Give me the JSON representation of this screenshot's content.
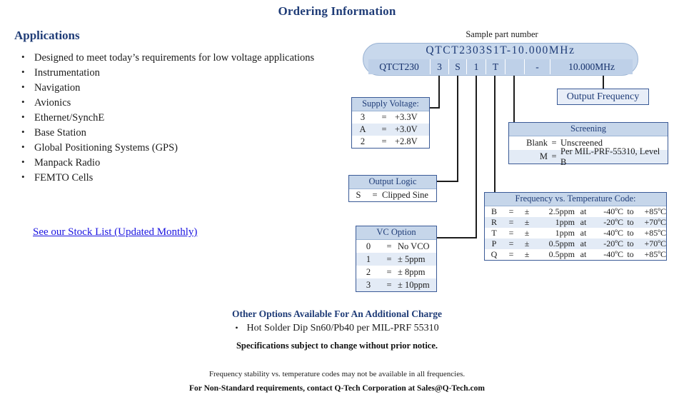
{
  "ordering": {
    "title": "Ordering Information",
    "sample_caption": "Sample part number",
    "full_part_number": "QTCT2303S1T-10.000MHz",
    "cells": [
      {
        "label": "QTCT230",
        "width": 86
      },
      {
        "label": "3",
        "width": 26
      },
      {
        "label": "S",
        "width": 25
      },
      {
        "label": "1",
        "width": 27
      },
      {
        "label": "T",
        "width": 27
      },
      {
        "label": "",
        "width": 27
      },
      {
        "label": "-",
        "width": 36
      },
      {
        "label": "10.000MHz",
        "width": 116
      }
    ]
  },
  "applications": {
    "title": "Applications",
    "items": [
      "Designed to meet today’s requirements for low voltage applications",
      "Instrumentation",
      "Navigation",
      "Avionics",
      "Ethernet/SynchE",
      "Base Station",
      "Global Positioning Systems (GPS)",
      "Manpack Radio",
      "FEMTO Cells"
    ],
    "stock_link": "See our Stock List (Updated Monthly)"
  },
  "supply_voltage": {
    "title": "Supply Voltage:",
    "rows": [
      {
        "code": "3",
        "eq": "=",
        "value": "+3.3V"
      },
      {
        "code": "A",
        "eq": "=",
        "value": "+3.0V"
      },
      {
        "code": "2",
        "eq": "=",
        "value": "+2.8V"
      }
    ]
  },
  "output_logic": {
    "title": "Output Logic",
    "rows": [
      {
        "code": "S",
        "eq": "=",
        "value": "Clipped Sine"
      }
    ]
  },
  "vc_option": {
    "title": "VC Option",
    "rows": [
      {
        "code": "0",
        "eq": "=",
        "value": "No VCO"
      },
      {
        "code": "1",
        "eq": "=",
        "value": "± 5ppm"
      },
      {
        "code": "2",
        "eq": "=",
        "value": "± 8ppm"
      },
      {
        "code": "3",
        "eq": "=",
        "value": "± 10ppm"
      }
    ]
  },
  "screening": {
    "title": "Screening",
    "rows": [
      {
        "code": "Blank",
        "eq": "=",
        "value": "Unscreened"
      },
      {
        "code": "M",
        "eq": "=",
        "value": "Per MIL-PRF-55310, Level B"
      }
    ]
  },
  "freq_temp": {
    "title": "Frequency vs. Temperature Code:",
    "rows": [
      {
        "code": "B",
        "eq": "=",
        "pm": "±",
        "ppm": "2.5ppm",
        "at": "at",
        "tmin": "-40ºC",
        "to": "to",
        "tmax": "+85ºC"
      },
      {
        "code": "R",
        "eq": "=",
        "pm": "±",
        "ppm": "1ppm",
        "at": "at",
        "tmin": "-20ºC",
        "to": "to",
        "tmax": "+70ºC"
      },
      {
        "code": "T",
        "eq": "=",
        "pm": "±",
        "ppm": "1ppm",
        "at": "at",
        "tmin": "-40ºC",
        "to": "to",
        "tmax": "+85ºC"
      },
      {
        "code": "P",
        "eq": "=",
        "pm": "±",
        "ppm": "0.5ppm",
        "at": "at",
        "tmin": "-20ºC",
        "to": "to",
        "tmax": "+70ºC"
      },
      {
        "code": "Q",
        "eq": "=",
        "pm": "±",
        "ppm": "0.5ppm",
        "at": "at",
        "tmin": "-40ºC",
        "to": "to",
        "tmax": "+85ºC"
      }
    ]
  },
  "output_frequency": {
    "label": "Output Frequency"
  },
  "footer": {
    "other_options_title": "Other Options Available For An Additional Charge",
    "other_options_item": "Hot Solder Dip Sn60/Pb40 per MIL-PRF 55310",
    "spec_notice": "Specifications subject to change without prior notice.",
    "footnote_1": "Frequency stability vs. temperature codes may not be available in all frequencies.",
    "footnote_2": "For Non-Standard requirements, contact Q-Tech Corporation at Sales@Q-Tech.com"
  },
  "colors": {
    "heading_navy": "#1F3C77",
    "box_header_fill": "#c6d6ea",
    "box_border": "#3a5a96",
    "capsule_fill": "#c8d8ec",
    "link_blue": "#1a13e0",
    "row_alt_fill": "#e3ebf6"
  }
}
